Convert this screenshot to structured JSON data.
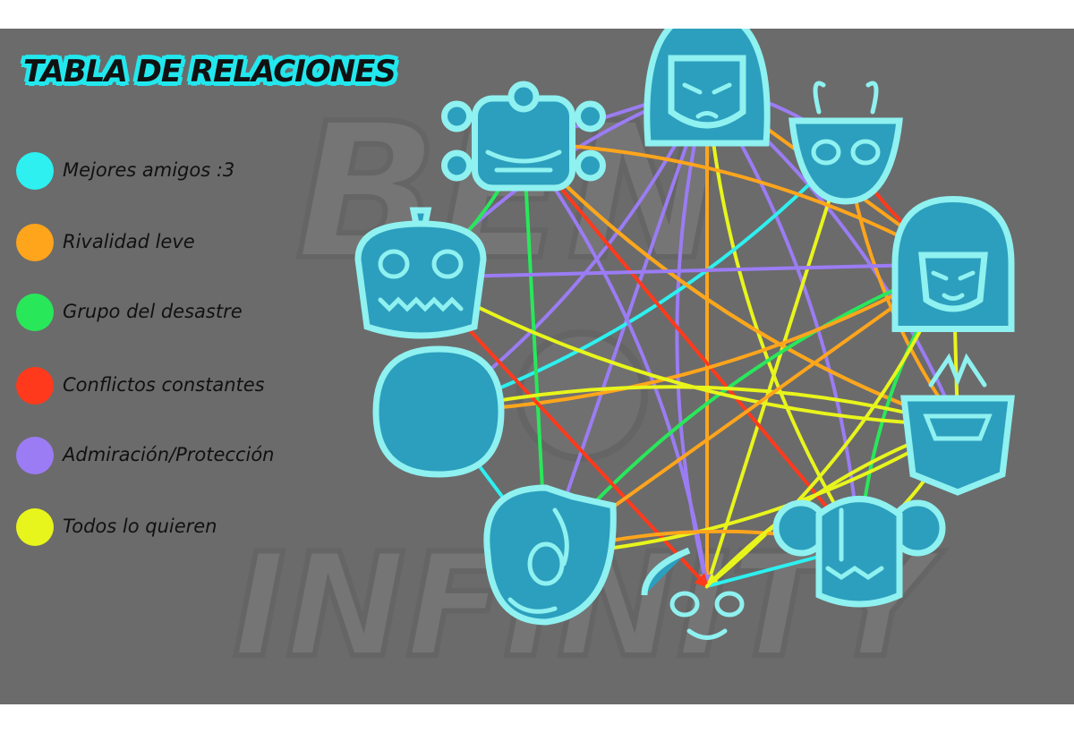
{
  "title": "TABLA DE RELACIONES",
  "watermark": {
    "top": "BEN",
    "bottom": "INFINITY"
  },
  "legend": [
    {
      "label": "Mejores amigos :3",
      "color": "#2ef0f0"
    },
    {
      "label": "Rivalidad leve",
      "color": "#ffa51c"
    },
    {
      "label": "Grupo del desastre",
      "color": "#28e85a"
    },
    {
      "label": "Conflictos constantes",
      "color": "#ff3a1c"
    },
    {
      "label": "Admiración/Protección",
      "color": "#9b7cf4"
    },
    {
      "label": "Todos lo quieren",
      "color": "#e8f51c"
    }
  ],
  "colors": {
    "background": "#6b6b6b",
    "node_fill": "#2c9fbe",
    "node_outline": "#8ff1f0",
    "title_outline": "#22e8ee"
  },
  "characters": [
    {
      "id": "hair-face",
      "icon": "long-hair-face-icon"
    },
    {
      "id": "antenna-head",
      "icon": "antenna-horns-face-icon"
    },
    {
      "id": "helmet-robot",
      "icon": "helmet-robot-face-icon"
    },
    {
      "id": "bob-hair",
      "icon": "bob-haircut-face-icon"
    },
    {
      "id": "spiked-mask",
      "icon": "spiked-mask-face-icon"
    },
    {
      "id": "horn-fangs",
      "icon": "horned-fanged-face-icon"
    },
    {
      "id": "dome-lock",
      "icon": "dome-lock-face-icon"
    },
    {
      "id": "fin-creature",
      "icon": "finned-creature-face-icon"
    },
    {
      "id": "flame-skull",
      "icon": "flame-skull-face-icon"
    },
    {
      "id": "pigtails",
      "icon": "pigtails-face-icon"
    }
  ],
  "relations": [
    {
      "from": "hair-face",
      "to": "antenna-head",
      "color": "#9b7cf4"
    },
    {
      "from": "hair-face",
      "to": "helmet-robot",
      "color": "#9b7cf4"
    },
    {
      "from": "hair-face",
      "to": "horn-fangs",
      "color": "#9b7cf4"
    },
    {
      "from": "hair-face",
      "to": "dome-lock",
      "color": "#9b7cf4"
    },
    {
      "from": "hair-face",
      "to": "fin-creature",
      "color": "#9b7cf4"
    },
    {
      "from": "hair-face",
      "to": "flame-skull",
      "color": "#9b7cf4"
    },
    {
      "from": "hair-face",
      "to": "pigtails",
      "color": "#9b7cf4"
    },
    {
      "from": "hair-face",
      "to": "flame-skull",
      "color": "#ffa51c"
    },
    {
      "from": "hair-face",
      "to": "pigtails",
      "color": "#e8f51c"
    },
    {
      "from": "hair-face",
      "to": "spiked-mask",
      "color": "#9b7cf4"
    },
    {
      "from": "hair-face",
      "to": "bob-hair",
      "color": "#ffa51c"
    },
    {
      "from": "antenna-head",
      "to": "bob-hair",
      "color": "#ff3a1c"
    },
    {
      "from": "antenna-head",
      "to": "dome-lock",
      "color": "#2ef0f0"
    },
    {
      "from": "antenna-head",
      "to": "flame-skull",
      "color": "#e8f51c"
    },
    {
      "from": "antenna-head",
      "to": "spiked-mask",
      "color": "#ffa51c"
    },
    {
      "from": "helmet-robot",
      "to": "horn-fangs",
      "color": "#28e85a"
    },
    {
      "from": "helmet-robot",
      "to": "fin-creature",
      "color": "#28e85a"
    },
    {
      "from": "helmet-robot",
      "to": "spiked-mask",
      "color": "#e8f51c"
    },
    {
      "from": "helmet-robot",
      "to": "bob-hair",
      "color": "#ffa51c"
    },
    {
      "from": "helmet-robot",
      "to": "pigtails",
      "color": "#ff3a1c"
    },
    {
      "from": "helmet-robot",
      "to": "spiked-mask",
      "color": "#ffa51c"
    },
    {
      "from": "helmet-robot",
      "to": "flame-skull",
      "color": "#9b7cf4"
    },
    {
      "from": "bob-hair",
      "to": "spiked-mask",
      "color": "#e8f51c"
    },
    {
      "from": "bob-hair",
      "to": "fin-creature",
      "color": "#28e85a"
    },
    {
      "from": "bob-hair",
      "to": "dome-lock",
      "color": "#ffa51c"
    },
    {
      "from": "bob-hair",
      "to": "horn-fangs",
      "color": "#9b7cf4"
    },
    {
      "from": "bob-hair",
      "to": "pigtails",
      "color": "#28e85a"
    },
    {
      "from": "bob-hair",
      "to": "flame-skull",
      "color": "#e8f51c"
    },
    {
      "from": "horn-fangs",
      "to": "flame-skull",
      "color": "#ff3a1c"
    },
    {
      "from": "horn-fangs",
      "to": "spiked-mask",
      "color": "#e8f51c"
    },
    {
      "from": "dome-lock",
      "to": "spiked-mask",
      "color": "#e8f51c"
    },
    {
      "from": "dome-lock",
      "to": "fin-creature",
      "color": "#2ef0f0"
    },
    {
      "from": "fin-creature",
      "to": "spiked-mask",
      "color": "#e8f51c"
    },
    {
      "from": "fin-creature",
      "to": "pigtails",
      "color": "#ffa51c"
    },
    {
      "from": "flame-skull",
      "to": "pigtails",
      "color": "#2ef0f0"
    },
    {
      "from": "pigtails",
      "to": "spiked-mask",
      "color": "#e8f51c"
    },
    {
      "from": "flame-skull",
      "to": "spiked-mask",
      "color": "#e8f51c"
    },
    {
      "from": "fin-creature",
      "to": "bob-hair",
      "color": "#ffa51c"
    }
  ]
}
